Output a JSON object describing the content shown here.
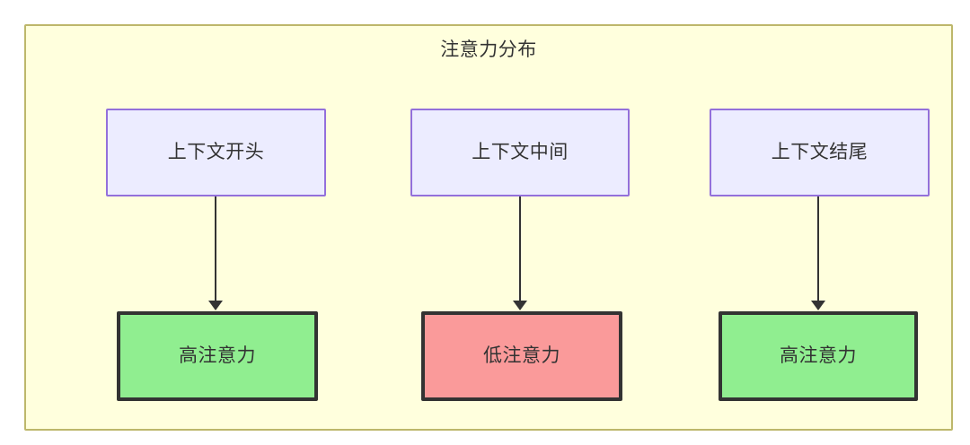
{
  "diagram": {
    "title": "注意力分布",
    "container": {
      "fill": "#ffffdd",
      "stroke": "#bdb76b"
    },
    "columns": [
      {
        "source": {
          "label": "上下文开头",
          "fill": "#ececff",
          "stroke": "#9370db"
        },
        "target": {
          "label": "高注意力",
          "fill": "#90ee90",
          "stroke": "#333333"
        },
        "edge": {
          "label": "",
          "style": "solid-arrow"
        }
      },
      {
        "source": {
          "label": "上下文中间",
          "fill": "#ececff",
          "stroke": "#9370db"
        },
        "target": {
          "label": "低注意力",
          "fill": "#fa9a9a",
          "stroke": "#333333"
        },
        "edge": {
          "label": "",
          "style": "solid-arrow"
        }
      },
      {
        "source": {
          "label": "上下文结尾",
          "fill": "#ececff",
          "stroke": "#9370db"
        },
        "target": {
          "label": "高注意力",
          "fill": "#90ee90",
          "stroke": "#333333"
        },
        "edge": {
          "label": "",
          "style": "solid-arrow"
        }
      }
    ]
  }
}
